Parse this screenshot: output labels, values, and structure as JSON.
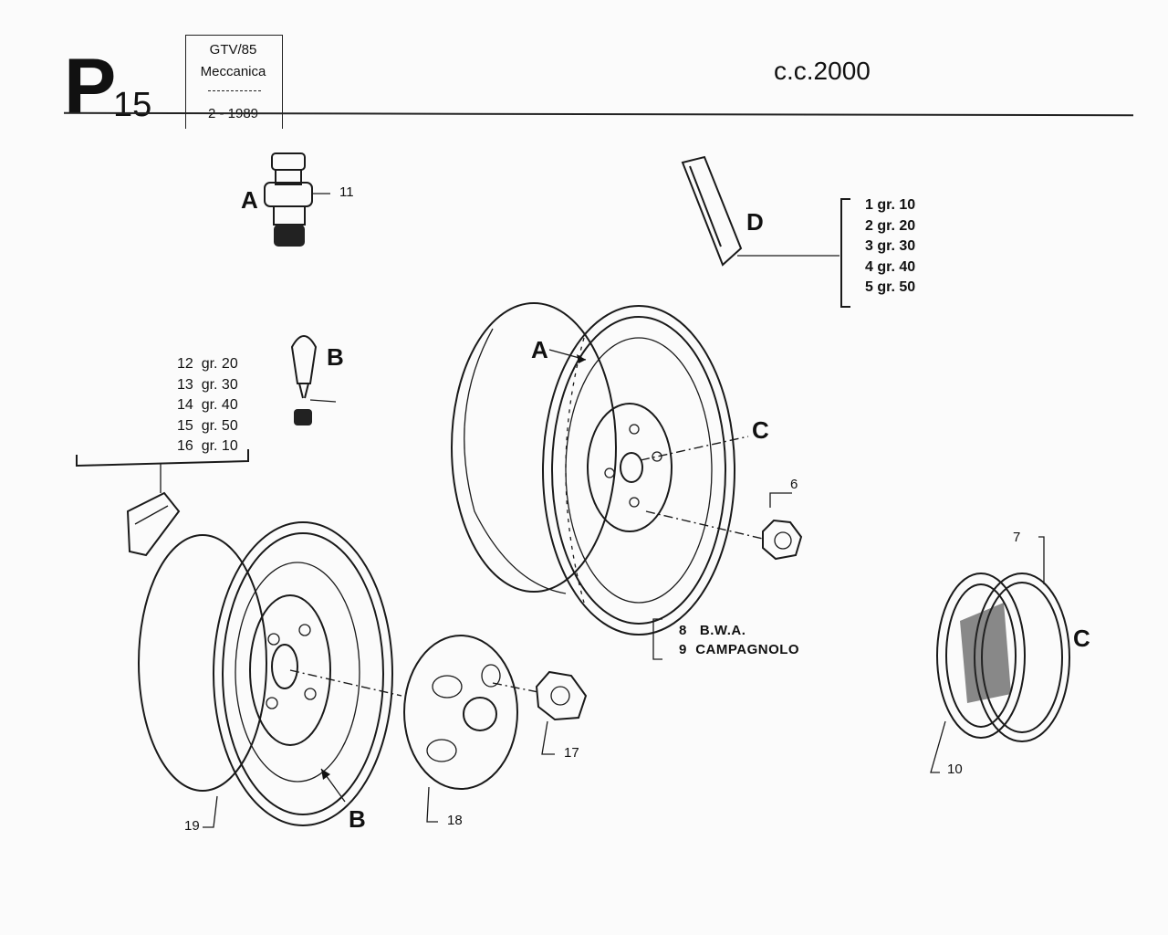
{
  "header": {
    "section_letter": "P",
    "page_number": "15",
    "box_line1": "GTV/85",
    "box_line2": "Meccanica",
    "box_line3": "2 - 1989",
    "engine": "c.c.2000"
  },
  "callouts": {
    "A_top": "A",
    "B_top": "B",
    "A_wheel": "A",
    "C_wheel": "C",
    "D": "D",
    "C_cover": "C",
    "B_bottom": "B",
    "n11": "11",
    "n6": "6",
    "n7": "7",
    "n10": "10",
    "n17": "17",
    "n18": "18",
    "n19": "19"
  },
  "weights_left": [
    {
      "no": "12",
      "wt": "gr. 20"
    },
    {
      "no": "13",
      "wt": "gr. 30"
    },
    {
      "no": "14",
      "wt": "gr. 40"
    },
    {
      "no": "15",
      "wt": "gr. 50"
    },
    {
      "no": "16",
      "wt": "gr. 10"
    }
  ],
  "weights_right": [
    {
      "no": "1",
      "wt": "gr. 10"
    },
    {
      "no": "2",
      "wt": "gr. 20"
    },
    {
      "no": "3",
      "wt": "gr. 30"
    },
    {
      "no": "4",
      "wt": "gr. 40"
    },
    {
      "no": "5",
      "wt": "gr. 50"
    }
  ],
  "wheel_makers": [
    {
      "no": "8",
      "name": "B.W.A."
    },
    {
      "no": "9",
      "name": "CAMPAGNOLO"
    }
  ]
}
